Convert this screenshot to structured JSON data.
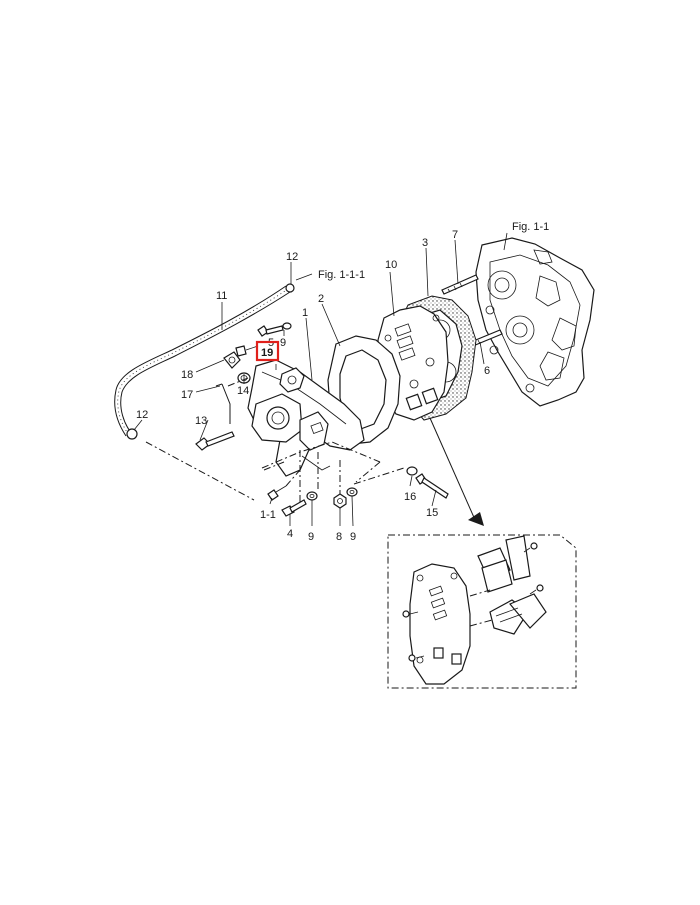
{
  "figure_refs": {
    "main": "Fig. 1-1",
    "sub": "Fig. 1-1-1"
  },
  "callouts": {
    "c1": "1",
    "c1_1": "1-1",
    "c2": "2",
    "c3": "3",
    "c4": "4",
    "c5": "5",
    "c6": "6",
    "c7": "7",
    "c8": "8",
    "c9_top": "9",
    "c9_a": "9",
    "c9_b": "9",
    "c10": "10",
    "c11": "11",
    "c12_top": "12",
    "c12_left": "12",
    "c13": "13",
    "c14": "14",
    "c15": "15",
    "c16": "16",
    "c17": "17",
    "c18": "18",
    "c19": "19"
  },
  "highlight": {
    "callout": "19",
    "color": "#e0201b"
  }
}
